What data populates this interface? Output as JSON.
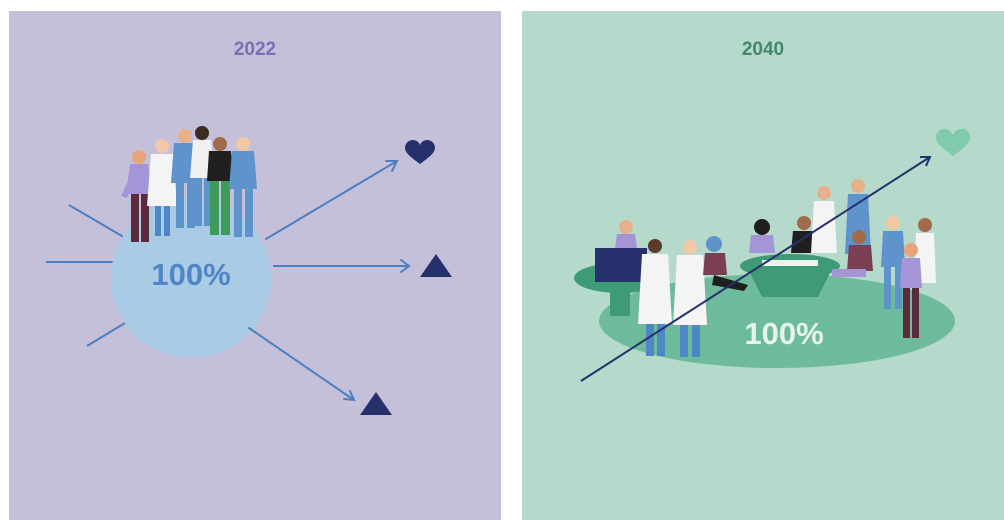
{
  "panels": [
    {
      "year": "2022",
      "percent": "100%",
      "colors": {
        "background": "#c4c0da",
        "year_text": "#7b6fb4",
        "circle": "#a9cbe6",
        "percent_text": "#4f86c6",
        "arrows": "#4a7fc1",
        "symbols": "#25306d"
      },
      "icons": [
        "heart-icon",
        "triangle-icon",
        "triangle-icon"
      ]
    },
    {
      "year": "2040",
      "percent": "100%",
      "colors": {
        "background": "#b5d9ca",
        "year_text": "#43886b",
        "ellipse": "#6dbb9a",
        "percent_text": "#e7f3ee",
        "arrow": "#25306d",
        "heart": "#7fcbab"
      },
      "icons": [
        "heart-icon"
      ]
    }
  ]
}
